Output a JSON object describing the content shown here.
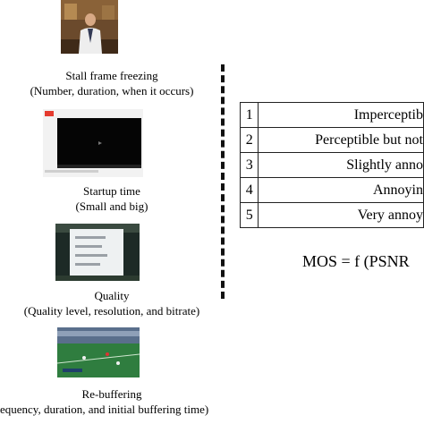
{
  "items": [
    {
      "title": "Stall frame freezing",
      "detail": "(Number, duration, when it occurs)"
    },
    {
      "title": "Startup time",
      "detail": "(Small and big)"
    },
    {
      "title": "Quality",
      "detail": "(Quality level, resolution, and bitrate)"
    },
    {
      "title": "Re-buffering",
      "detail": "equency, duration, and initial buffering time)"
    }
  ],
  "mos_scale": [
    {
      "num": "1",
      "label": "Imperceptib"
    },
    {
      "num": "2",
      "label": "Perceptible but not"
    },
    {
      "num": "3",
      "label": "Slightly anno"
    },
    {
      "num": "4",
      "label": "Annoyin"
    },
    {
      "num": "5",
      "label": "Very annoy"
    }
  ],
  "formula": "MOS = f (PSNR"
}
